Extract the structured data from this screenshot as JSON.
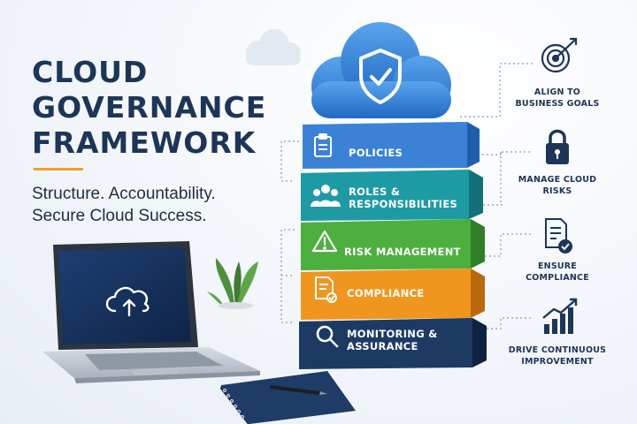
{
  "title": {
    "line1": "CLOUD",
    "line2": "GOVERNANCE",
    "line3": "FRAMEWORK"
  },
  "subtitle": {
    "line1": "Structure. Accountability.",
    "line2": "Secure Cloud Success."
  },
  "colors": {
    "title": "#1d3557",
    "accent_rule": "#f0a020",
    "cloud": "#2f7fd6",
    "policies": "#3b82d6",
    "roles": "#1e9aa5",
    "risk": "#4caf3e",
    "compliance": "#f0961e",
    "monitoring": "#1d3a63"
  },
  "layers": [
    {
      "icon": "clipboard-icon",
      "label_lines": [
        "POLICIES"
      ]
    },
    {
      "icon": "team-icon",
      "label_lines": [
        "ROLES &",
        "RESPONSIBILITIES"
      ]
    },
    {
      "icon": "warning-icon",
      "label_lines": [
        "RISK MANAGEMENT"
      ]
    },
    {
      "icon": "document-check-icon",
      "label_lines": [
        "COMPLIANCE"
      ]
    },
    {
      "icon": "magnifier-icon",
      "label_lines": [
        "MONITORING &",
        "ASSURANCE"
      ]
    }
  ],
  "goals": [
    {
      "icon": "target-icon",
      "label_lines": [
        "ALIGN TO",
        "BUSINESS GOALS"
      ]
    },
    {
      "icon": "padlock-icon",
      "label_lines": [
        "MANAGE CLOUD",
        "RISKS"
      ]
    },
    {
      "icon": "document-check-icon",
      "label_lines": [
        "ENSURE",
        "COMPLIANCE"
      ]
    },
    {
      "icon": "growth-chart-icon",
      "label_lines": [
        "DRIVE CONTINUOUS",
        "IMPROVEMENT"
      ]
    }
  ],
  "laptop_screen_icon": "cloud-upload-icon",
  "cloud_icon": "shield-check-icon"
}
